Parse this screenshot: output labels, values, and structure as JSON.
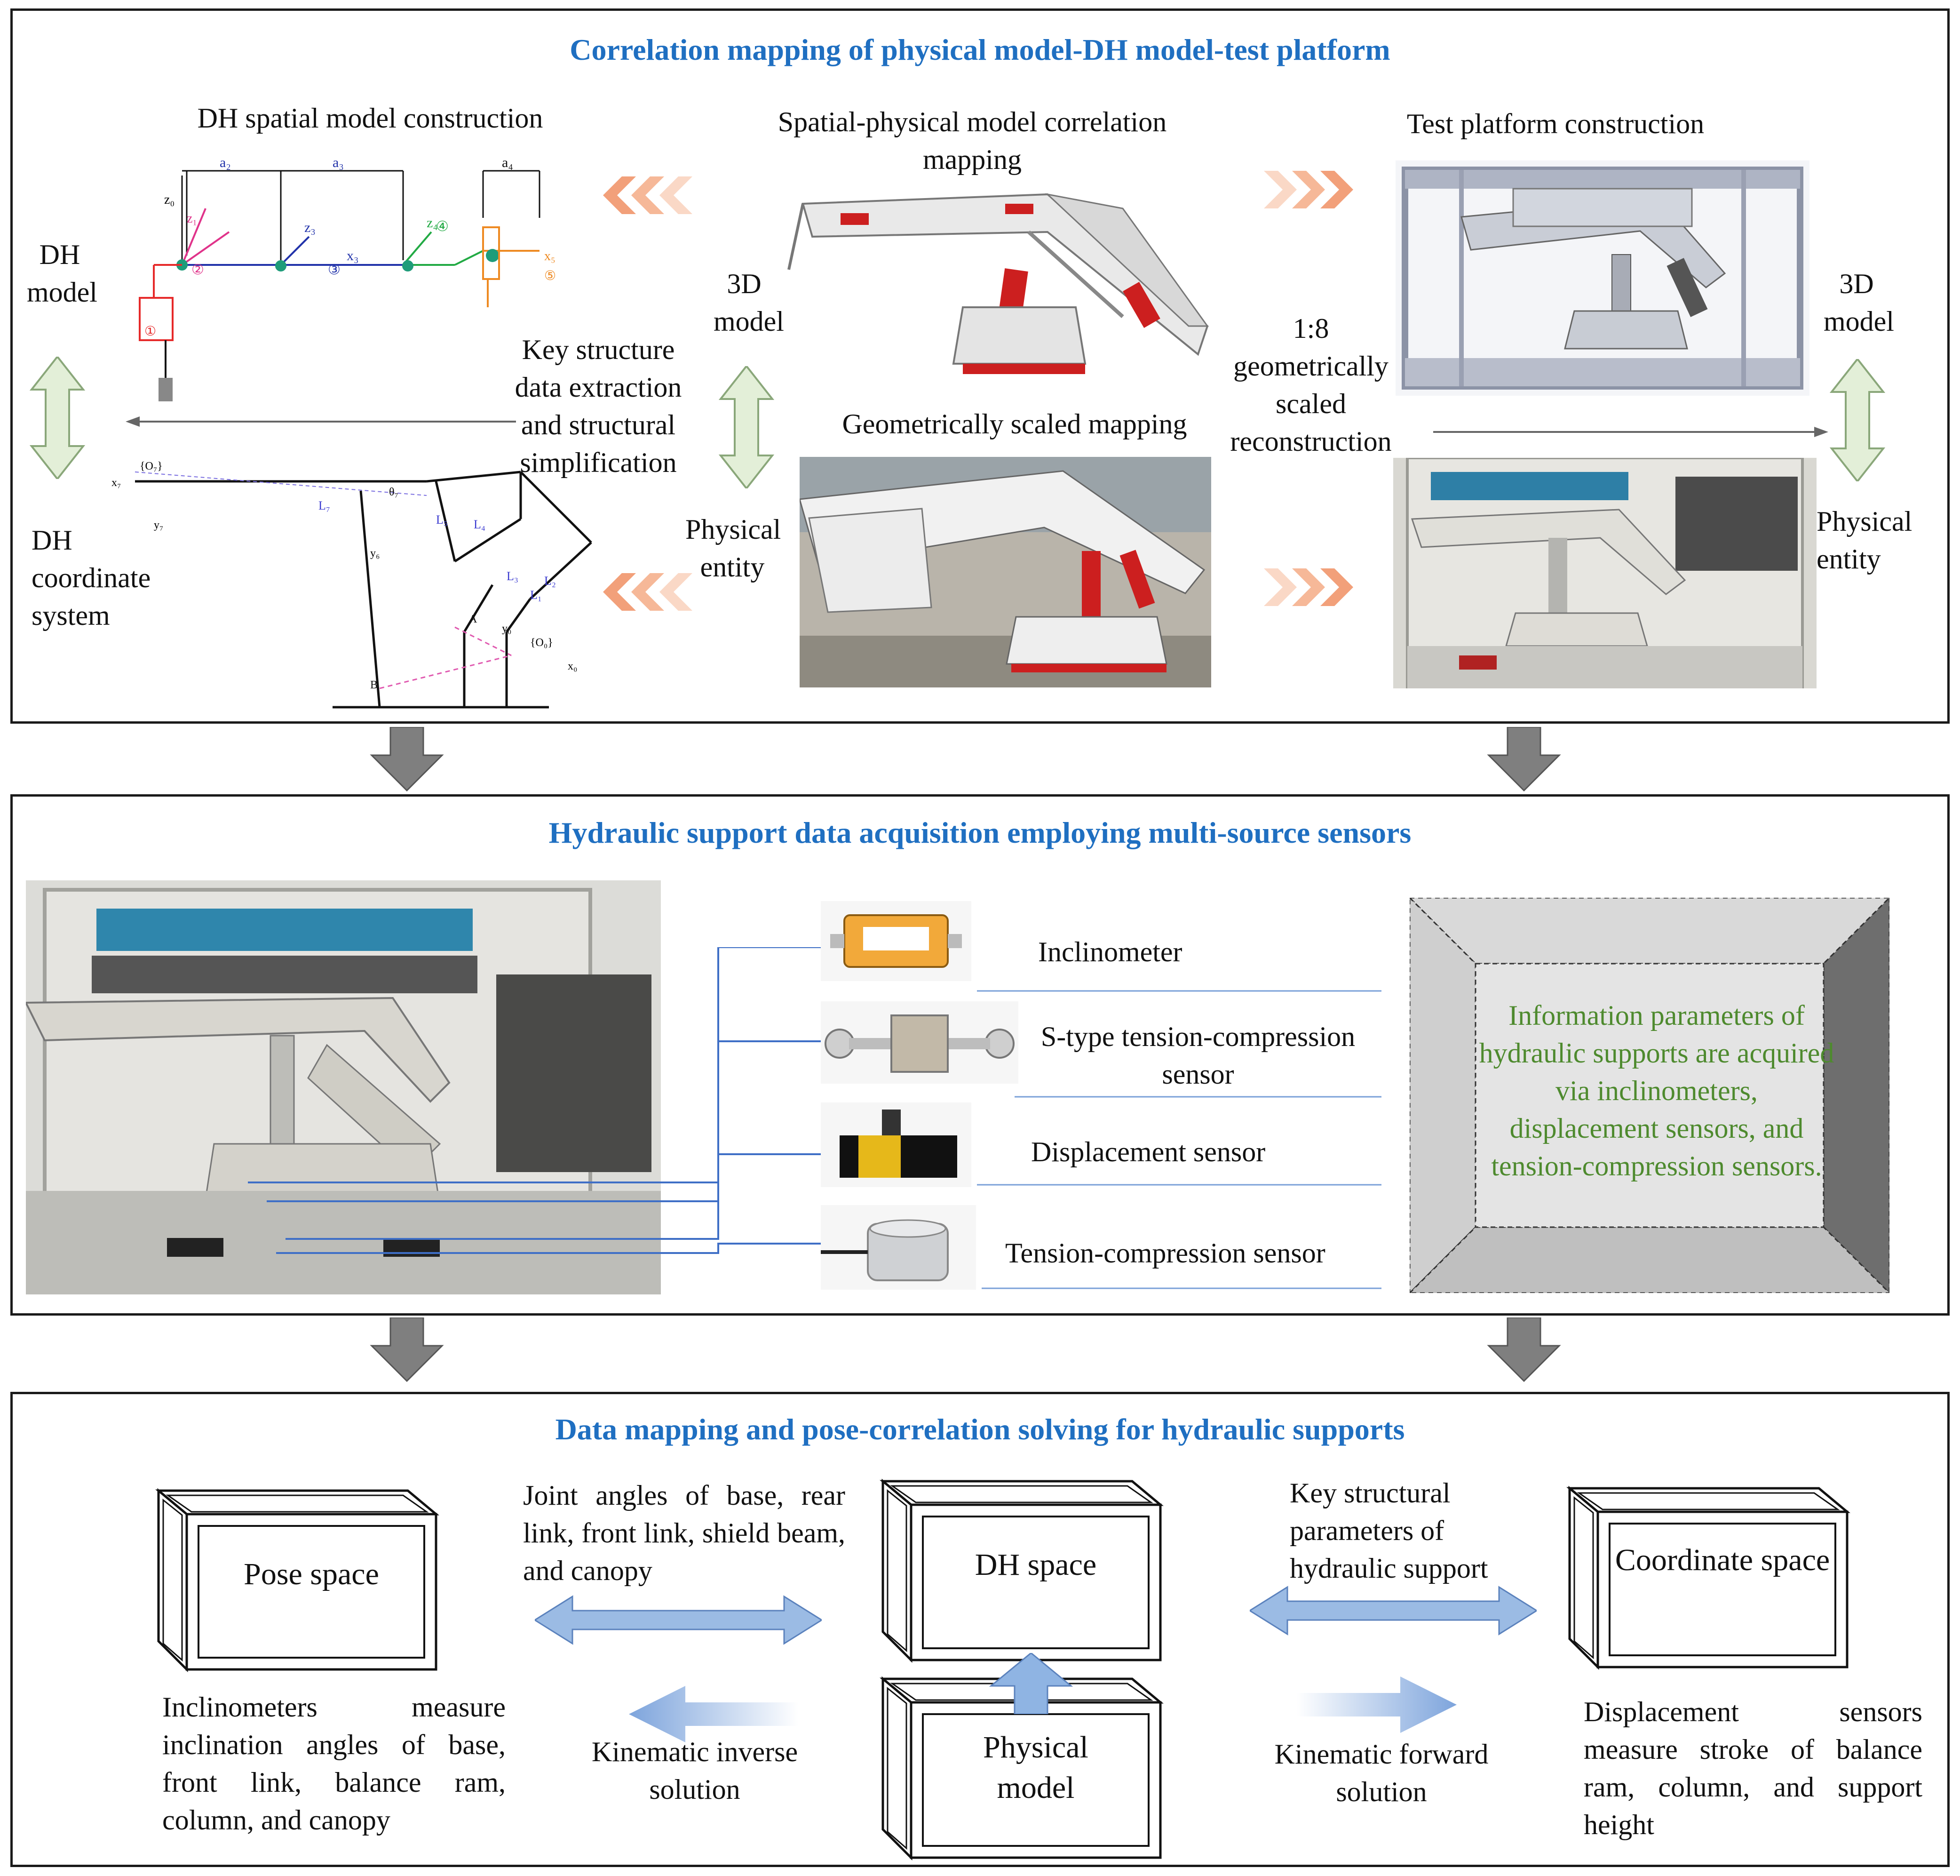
{
  "panel1": {
    "title": "Correlation mapping of physical model-DH model-test platform",
    "dh_construction_title": "DH spatial model construction",
    "dh_model_label": "DH model",
    "dh_coord_label": "DH coordinate system",
    "key_structure_text": "Key structure data extraction and structural simplification",
    "spatial_physical_title": "Spatial-physical model correlation mapping",
    "model_3d_label": "3D model",
    "physical_entity_label": "Physical entity",
    "geo_scaled_mapping": "Geometrically scaled mapping",
    "scaled_reconstruction": "1:8 geometrically scaled reconstruction",
    "test_platform_title": "Test platform construction",
    "model_3d_right": "3D model",
    "physical_entity_right": "Physical entity"
  },
  "panel2": {
    "title": "Hydraulic support data acquisition employing multi-source sensors",
    "sensors": [
      {
        "label": "Inclinometer"
      },
      {
        "label": "S-type tension-compression sensor"
      },
      {
        "label": "Displacement sensor"
      },
      {
        "label": "Tension-compression sensor"
      }
    ],
    "info_text": "Information parameters of hydraulic supports are acquired via inclinometers, displacement sensors, and tension-compression sensors.",
    "info_color": "#4e8a2e"
  },
  "panel3": {
    "title": "Data mapping and pose-correlation solving for hydraulic supports",
    "pose_space": "Pose space",
    "dh_space": "DH space",
    "coord_space": "Coordinate space",
    "physical_model": "Physical model",
    "joint_angles_text": "Joint angles of base, rear link, front link, shield beam, and canopy",
    "key_params_text": "Key structural parameters of hydraulic support",
    "inverse_solution": "Kinematic inverse solution",
    "forward_solution": "Kinematic forward solution",
    "inclinometer_text": "Inclinometers measure inclination angles of base, front link, balance ram, column, and canopy",
    "displacement_text": "Displacement sensors measure stroke of balance ram, column, and support height"
  },
  "colors": {
    "title_blue": "#1f6fc1",
    "arrow_gray": "#7f7f7f",
    "double_arrow_green": "#e3efd8",
    "chevron_orange": "#f2a07a",
    "flow_blue": "#8fb4e3"
  }
}
